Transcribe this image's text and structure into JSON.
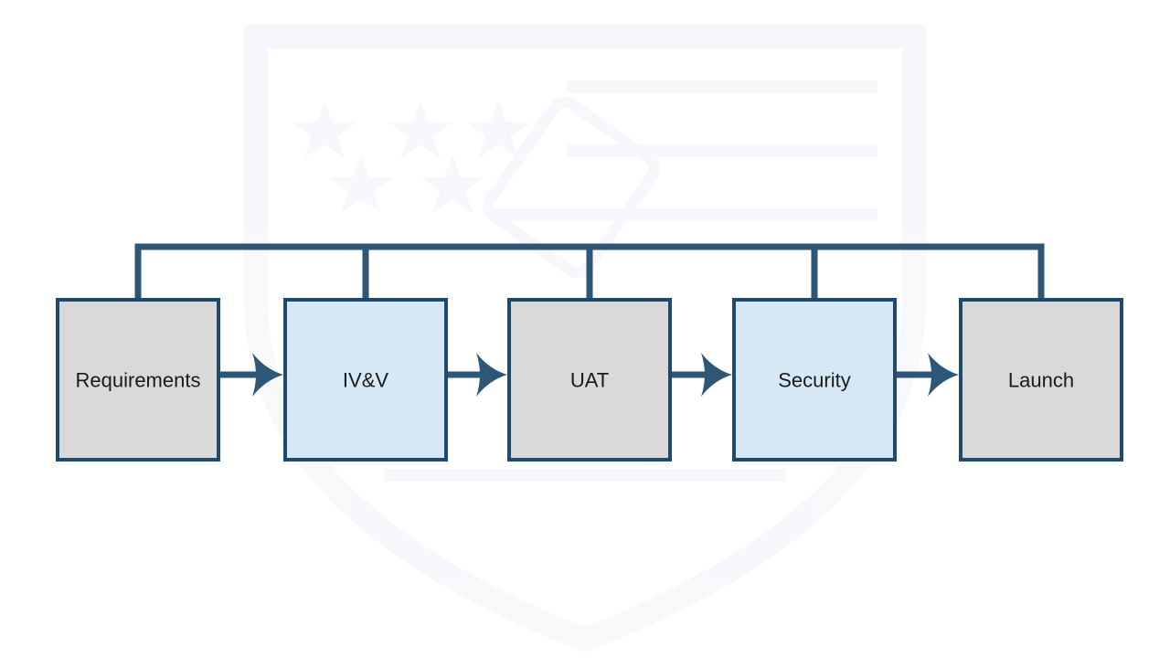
{
  "diagram": {
    "stages": [
      {
        "label": "Requirements",
        "fill": "#d9d9d9"
      },
      {
        "label": "IV&V",
        "fill": "#d6e8f5"
      },
      {
        "label": "UAT",
        "fill": "#d9d9d9"
      },
      {
        "label": "Security",
        "fill": "#d6e8f5"
      },
      {
        "label": "Launch",
        "fill": "#d9d9d9"
      }
    ],
    "colors": {
      "border": "#1f4a6e",
      "connector": "#2e5676",
      "arrow": "#2e5676",
      "watermark": "#eef2f6"
    },
    "watermark_icon": "shield-stars-icon"
  }
}
